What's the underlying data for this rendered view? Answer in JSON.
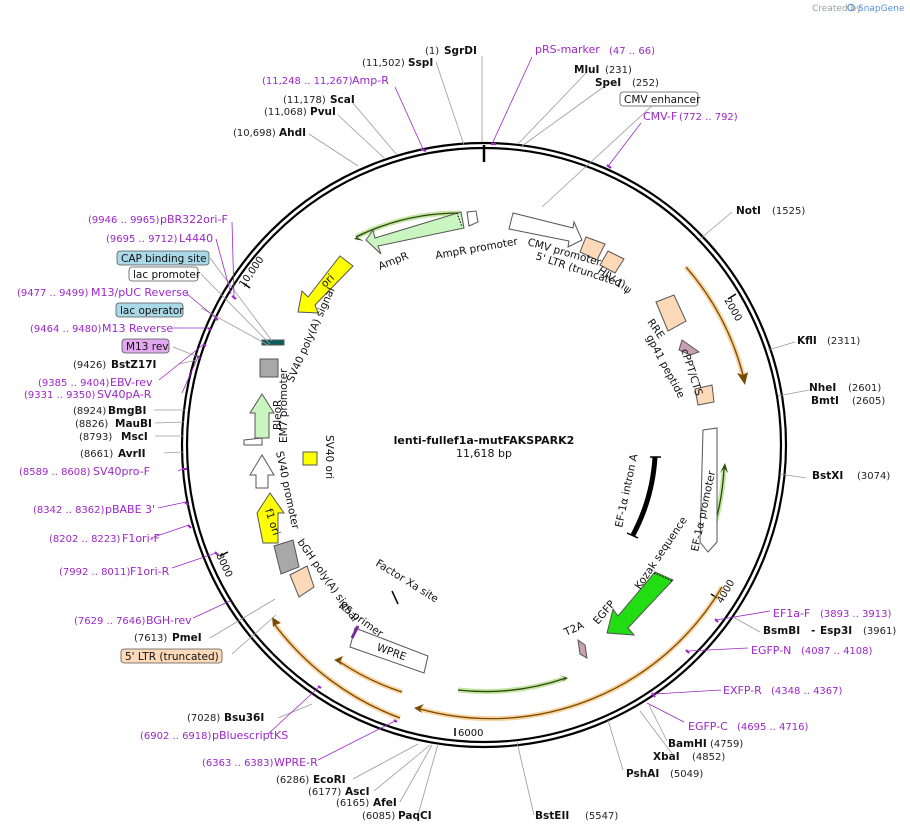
{
  "credit": {
    "created_by": "Created by",
    "brand": "SnapGene"
  },
  "plasmid": {
    "name": "lenti-fullef1a-mutFAKSPARK2",
    "length_text": "11,618 bp"
  },
  "enzymes": [
    {
      "name": "SgrDI",
      "pos": "(1)"
    },
    {
      "name": "SspI",
      "pos": "(11,502)"
    },
    {
      "name": "MluI",
      "pos": "(231)"
    },
    {
      "name": "SpeI",
      "pos": "(252)"
    },
    {
      "name": "ScaI",
      "pos": "(11,178)"
    },
    {
      "name": "PvuI",
      "pos": "(11,068)"
    },
    {
      "name": "AhdI",
      "pos": "(10,698)"
    },
    {
      "name": "NotI",
      "pos": "(1525)"
    },
    {
      "name": "KflI",
      "pos": "(2311)"
    },
    {
      "name": "NheI",
      "pos": "(2601)"
    },
    {
      "name": "BmtI",
      "pos": "(2605)"
    },
    {
      "name": "BstXI",
      "pos": "(3074)"
    },
    {
      "name": "BsmBI",
      "pos": ""
    },
    {
      "name": "Esp3I",
      "pos": "(3961)"
    },
    {
      "name": "BamHI",
      "pos": "(4759)"
    },
    {
      "name": "XbaI",
      "pos": "(4852)"
    },
    {
      "name": "PshAI",
      "pos": "(5049)"
    },
    {
      "name": "BstEII",
      "pos": "(5547)"
    },
    {
      "name": "PaqCI",
      "pos": "(6085)"
    },
    {
      "name": "AfeI",
      "pos": "(6165)"
    },
    {
      "name": "AscI",
      "pos": "(6177)"
    },
    {
      "name": "EcoRI",
      "pos": "(6286)"
    },
    {
      "name": "Bsu36I",
      "pos": "(7028)"
    },
    {
      "name": "PmeI",
      "pos": "(7613)"
    },
    {
      "name": "AvrII",
      "pos": "(8661)"
    },
    {
      "name": "MscI",
      "pos": "(8793)"
    },
    {
      "name": "MauBI",
      "pos": "(8826)"
    },
    {
      "name": "BmgBI",
      "pos": "(8924)"
    },
    {
      "name": "BstZ17I",
      "pos": "(9426)"
    }
  ],
  "primers": [
    {
      "name": "pRS-marker",
      "range": "(47 .. 66)"
    },
    {
      "name": "Amp-R",
      "range": "(11,248 .. 11,267)"
    },
    {
      "name": "CMV-F",
      "range": "(772 .. 792)"
    },
    {
      "name": "pBR322ori-F",
      "range": "(9946 .. 9965)"
    },
    {
      "name": "L4440",
      "range": "(9695 .. 9712)"
    },
    {
      "name": "M13/pUC Reverse",
      "range": "(9477 .. 9499)"
    },
    {
      "name": "M13 Reverse",
      "range": "(9464 .. 9480)"
    },
    {
      "name": "EBV-rev",
      "range": "(9385 .. 9404)"
    },
    {
      "name": "SV40pA-R",
      "range": "(9331 .. 9350)"
    },
    {
      "name": "SV40pro-F",
      "range": "(8589 .. 8608)"
    },
    {
      "name": "pBABE 3'",
      "range": "(8342 .. 8362)"
    },
    {
      "name": "F1ori-F",
      "range": "(8202 .. 8223)"
    },
    {
      "name": "F1ori-R",
      "range": "(7992 .. 8011)"
    },
    {
      "name": "BGH-rev",
      "range": "(7629 .. 7646)"
    },
    {
      "name": "pBluescriptKS",
      "range": "(6902 .. 6918)"
    },
    {
      "name": "WPRE-R",
      "range": "(6363 .. 6383)"
    },
    {
      "name": "EF1a-F",
      "range": "(3893 .. 3913)"
    },
    {
      "name": "EGFP-N",
      "range": "(4087 .. 4108)"
    },
    {
      "name": "EXFP-R",
      "range": "(4348 .. 4367)"
    },
    {
      "name": "EGFP-C",
      "range": "(4695 .. 4716)"
    }
  ],
  "boxed_labels": {
    "cmv_enhancer": "CMV enhancer",
    "cap_site": "CAP binding site",
    "lac_promoter": "lac promoter",
    "lac_operator": "lac operator",
    "m13_rev": "M13 rev",
    "ltr_trunc": "5' LTR (truncated)"
  },
  "features": {
    "cmv_promoter": "CMV promoter",
    "ltr5": "5' LTR (truncated)",
    "hiv_psi": "HIV-1 ψ",
    "rre": "RRE",
    "gp41": "gp41 peptide",
    "cppt": "cPPT/CTS",
    "ef1a_intron": "EF-1α intron A",
    "ef1a_promoter": "EF-1α promoter",
    "kozak": "Kozak sequence",
    "egfp": "EGFP",
    "t2a": "T2A",
    "factor_xa": "Factor Xa site",
    "ks_primer": "KS primer",
    "wpre": "WPRE",
    "bgh": "bGH poly(A) signal",
    "f1_ori": "f1 ori",
    "sv40_promoter": "SV40 promoter",
    "em7": "EM7 promoter",
    "bleor": "BleoR",
    "sv40_ori": "SV40 ori",
    "sv40_polya": "SV40 poly(A) signal",
    "ori": "ori",
    "ampr": "AmpR",
    "ampr_promoter": "AmpR promoter"
  },
  "ticks": [
    "2000",
    "4000",
    "6000",
    "8000",
    "10,000"
  ],
  "colors": {
    "primer": "#9b27c7",
    "orange_orf": "#f0a030",
    "green_orf": "#8ccc4c",
    "ampr_fill": "#c8f5c0",
    "egfp_fill": "#22dd11",
    "ori_fill": "#ffff00",
    "ltr_fill": "#fcd9b8",
    "gray_fill": "#a8a8a8",
    "cap_fill": "#a9d8e6",
    "m13_fill": "#e2a8f0"
  }
}
